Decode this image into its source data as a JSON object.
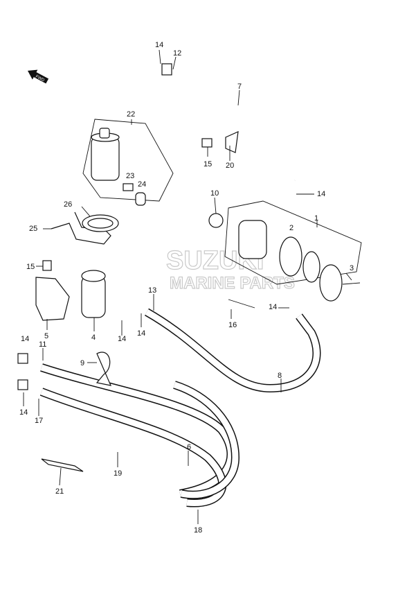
{
  "watermark": {
    "brand": "SUZUKI",
    "sub": "MARINE PARTS"
  },
  "direction_marker": "FWD",
  "callouts": [
    "1",
    "2",
    "3",
    "4",
    "5",
    "6",
    "7",
    "8",
    "9",
    "11",
    "12",
    "13",
    "14",
    "15",
    "16",
    "17",
    "18",
    "19",
    "20",
    "21",
    "22",
    "23",
    "24",
    "25",
    "26",
    "10"
  ],
  "labels": {
    "c14a": "14",
    "c12": "12",
    "c7": "7",
    "c22": "22",
    "c15a": "15",
    "c20": "20",
    "c10": "10",
    "c14b": "14",
    "c23": "23",
    "c24": "24",
    "c26": "26",
    "c1": "1",
    "c25": "25",
    "c2": "2",
    "c15b": "15",
    "c3": "3",
    "c13": "13",
    "c14c": "14",
    "c16": "16",
    "c5": "5",
    "c4": "4",
    "c14d": "14",
    "c14e": "14",
    "c11": "11",
    "c9": "9",
    "c8": "8",
    "c14f": "14",
    "c17": "17",
    "c6": "6",
    "c19": "19",
    "c21": "21",
    "c18": "18"
  }
}
